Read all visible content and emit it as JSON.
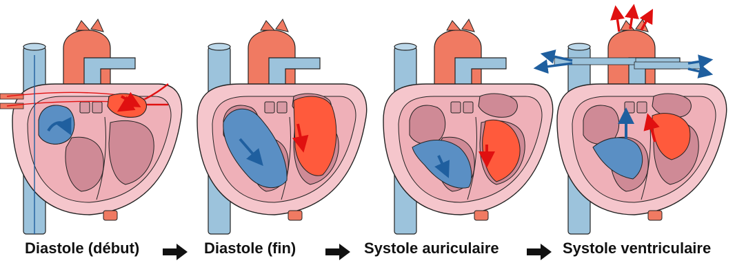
{
  "diagram": {
    "stages": [
      {
        "label": "Diastole (début)"
      },
      {
        "label": "Diastole (fin)"
      },
      {
        "label": "Systole auriculaire"
      },
      {
        "label": "Systole ventriculaire"
      }
    ],
    "colors": {
      "oxygenated": "#e8452c",
      "deoxygenated": "#2f6fb0",
      "vessel_blue": "#9cc3dc",
      "aorta": "#f07a62",
      "muscle": "#f5c6cc",
      "chamber": "#cf8a96",
      "outline": "#222222",
      "flow_arrow_red": "#e01010",
      "flow_arrow_blue": "#1f5f9f",
      "caption_arrow": "#111111"
    },
    "icons": [
      "heart-illustration",
      "flow-arrow",
      "right-arrow-icon"
    ]
  }
}
